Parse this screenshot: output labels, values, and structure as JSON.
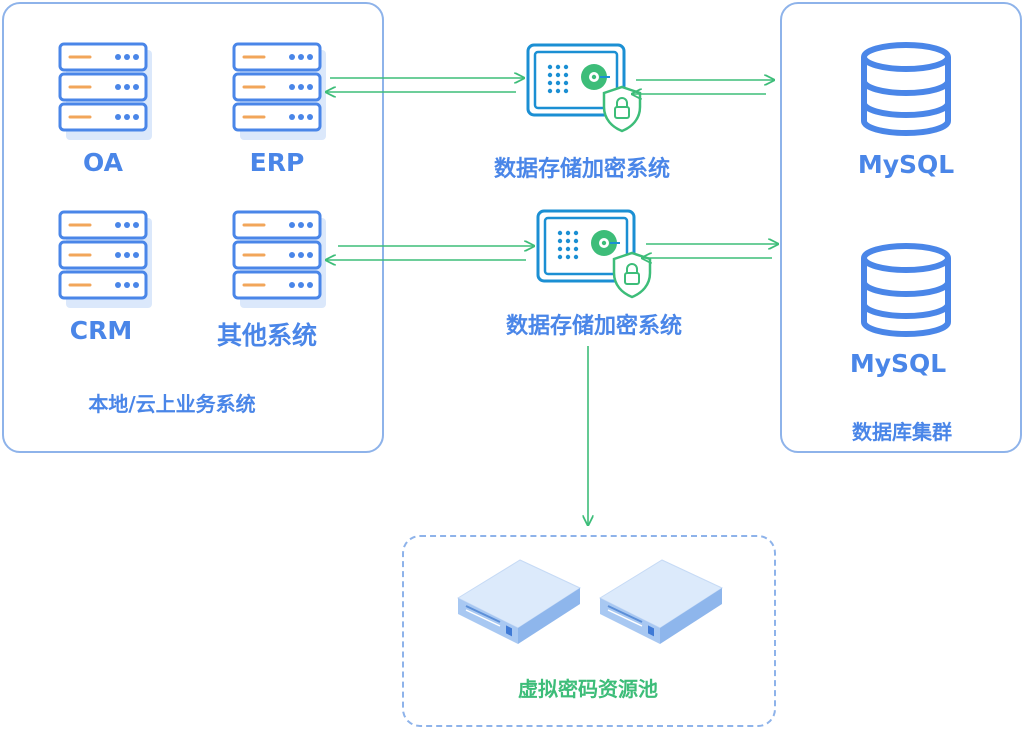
{
  "left_panel": {
    "title": "本地/云上业务系统",
    "systems": [
      "OA",
      "ERP",
      "CRM",
      "其他系统"
    ]
  },
  "encryption": {
    "top_label": "数据存储加密系统",
    "bottom_label": "数据存储加密系统"
  },
  "right_panel": {
    "title": "数据库集群",
    "databases": [
      "MySQL",
      "MySQL"
    ]
  },
  "pool": {
    "title": "虚拟密码资源池"
  },
  "colors": {
    "blue": "#4a86e8",
    "light_blue": "#dbe8fb",
    "green": "#3dbd79",
    "orange": "#f2a65a",
    "border": "#8eb3ea"
  }
}
